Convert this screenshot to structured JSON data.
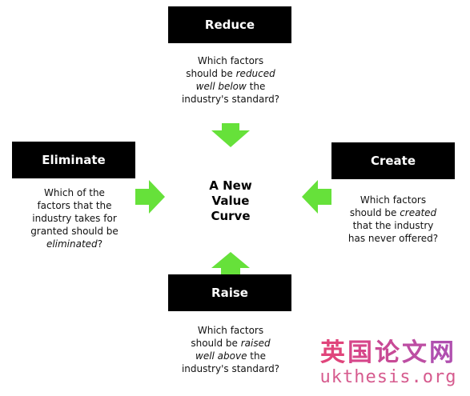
{
  "diagram": {
    "center_lines": [
      "A New",
      "Value",
      "Curve"
    ],
    "reduce": {
      "label": "Reduce",
      "lines": [
        [
          {
            "t": "Which factors",
            "i": false
          }
        ],
        [
          {
            "t": "should be ",
            "i": false
          },
          {
            "t": "reduced",
            "i": true
          }
        ],
        [
          {
            "t": "well below",
            "i": true
          },
          {
            "t": " the",
            "i": false
          }
        ],
        [
          {
            "t": "industry's standard?",
            "i": false
          }
        ]
      ]
    },
    "eliminate": {
      "label": "Eliminate",
      "lines": [
        [
          {
            "t": "Which of the",
            "i": false
          }
        ],
        [
          {
            "t": "factors that the",
            "i": false
          }
        ],
        [
          {
            "t": "industry takes for",
            "i": false
          }
        ],
        [
          {
            "t": "granted should be",
            "i": false
          }
        ],
        [
          {
            "t": "eliminated",
            "i": true
          },
          {
            "t": "?",
            "i": false
          }
        ]
      ]
    },
    "create": {
      "label": "Create",
      "lines": [
        [
          {
            "t": "Which factors",
            "i": false
          }
        ],
        [
          {
            "t": "should be ",
            "i": false
          },
          {
            "t": "created",
            "i": true
          }
        ],
        [
          {
            "t": "that the industry",
            "i": false
          }
        ],
        [
          {
            "t": "has never offered?",
            "i": false
          }
        ]
      ]
    },
    "raise": {
      "label": "Raise",
      "lines": [
        [
          {
            "t": "Which factors",
            "i": false
          }
        ],
        [
          {
            "t": "should be ",
            "i": false
          },
          {
            "t": "raised",
            "i": true
          }
        ],
        [
          {
            "t": "well above",
            "i": true
          },
          {
            "t": " the",
            "i": false
          }
        ],
        [
          {
            "t": "industry's standard?",
            "i": false
          }
        ]
      ]
    }
  },
  "watermark": {
    "chars": [
      "英",
      "国",
      "论",
      "文",
      "网"
    ],
    "char_colors": [
      "#e0457b",
      "#d6468a",
      "#c84a96",
      "#bd4ea3",
      "#b04faf"
    ],
    "url": "ukthesis.org"
  },
  "colors": {
    "box_bg": "#000000",
    "box_text": "#ffffff",
    "arrow": "#66e13a"
  }
}
